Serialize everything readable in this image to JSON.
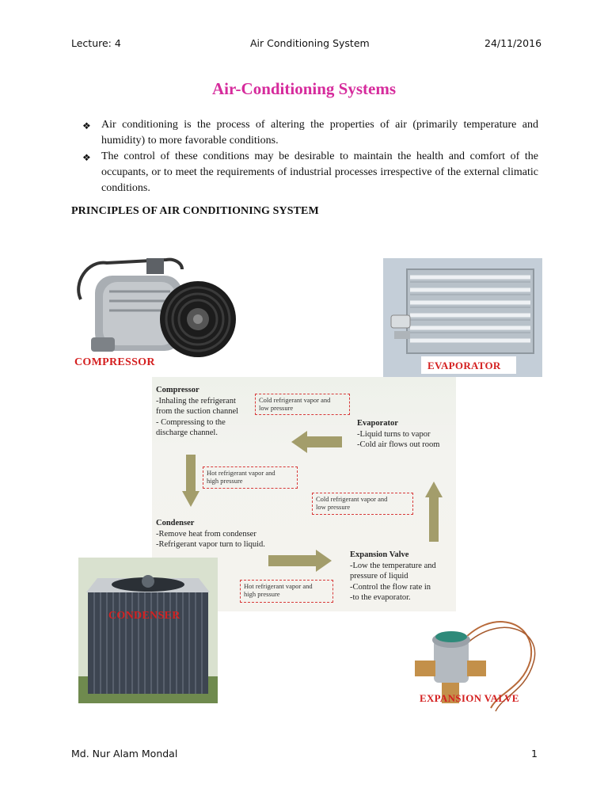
{
  "header": {
    "left": "Lecture: 4",
    "center": "Air Conditioning System",
    "right": "24/11/2016"
  },
  "title": "Air-Conditioning Systems",
  "bullets": [
    "Air conditioning is the process of altering the properties of air (primarily temperature and humidity) to more favorable conditions.",
    "The control of these conditions may be desirable to maintain the health and comfort of the occupants, or to meet the requirements of industrial processes irrespective of the external climatic conditions."
  ],
  "section_heading": "PRINCIPLES OF AIR CONDITIONING SYSTEM",
  "photos": {
    "compressor": "COMPRESSOR",
    "evaporator": "EVAPORATOR",
    "condenser": "CONDENSER",
    "expansion_valve": "EXPANSION VALVE"
  },
  "diagram": {
    "compressor": {
      "title": "Compressor",
      "lines": [
        "-Inhaling the refrigerant",
        "from the suction channel",
        "- Compressing  to the",
        "discharge channel."
      ]
    },
    "evaporator": {
      "title": "Evaporator",
      "lines": [
        "-Liquid turns to vapor",
        "-Cold air flows out room"
      ]
    },
    "condenser": {
      "title": "Condenser",
      "lines": [
        "-Remove heat from condenser",
        "-Refrigerant vapor turn to liquid."
      ]
    },
    "expansion_valve": {
      "title": "Expansion Valve",
      "lines": [
        "-Low the temperature and",
        " pressure of liquid",
        "-Control the flow rate in",
        "-to the evaporator."
      ]
    },
    "tags": {
      "top": [
        "Cold refrigerant vapor and",
        "low pressure"
      ],
      "left": [
        "Hot refrigerant vapor and",
        "high pressure"
      ],
      "right": [
        "Cold refrigerant vapor and",
        "low pressure"
      ],
      "bottom": [
        "Hot refrigerant vapor and",
        "high pressure"
      ]
    }
  },
  "footer": {
    "author": "Md. Nur Alam Mondal",
    "page": "1"
  },
  "colors": {
    "title": "#d62b9c",
    "photo_label": "#d42020",
    "tag_border": "#d83a3a",
    "arrow": "#a39d6b"
  }
}
